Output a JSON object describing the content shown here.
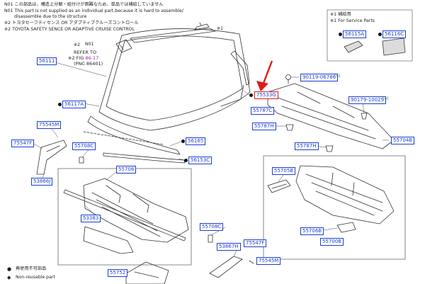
{
  "notes": {
    "n01_jp": "N01 この部品は，構造上分解・組付けが困難なため、単品では補給していません",
    "n01_en_1": "N01  This part is not supplied as an individual part,because it is hard to assemble/",
    "n01_en_2": "disassemble due to the structure",
    "n02_jp": "※2 トヨタセーフティセンス  OR  アダプティブクルーズコントロール",
    "n02_en": "※2 TOYOTA SAFETY SENCE OR ADAPTIVE CRUISE CONTROL"
  },
  "service": {
    "jp": "※1 補給用",
    "en": "※1 For Service Parts",
    "part_a": "56115A",
    "part_b": "56116C"
  },
  "markers": {
    "n01": "N01",
    "x2": "※2",
    "x1": "※1"
  },
  "reference": {
    "line1": "REFER TO",
    "fig_prefix": "FIG ",
    "fig": "86-17",
    "line3": "(PNC 86401)"
  },
  "callouts": {
    "p56111": "56111",
    "p56117A": "56117A",
    "p75545M_top": "75545M",
    "p75547F_left": "75547F",
    "p53866J": "53866J",
    "p55708C_top": "55708C",
    "p55708": "55708",
    "p53383": "53383",
    "p55752": "55752",
    "p55708C_bottom": "55708C",
    "p53867H": "53867H",
    "p75547F_bottom": "75547F",
    "p75545M_bottom": "75545M",
    "p56165": "56165",
    "p56153C": "56153C",
    "p75533G": "75533G",
    "p55787C": "55787C",
    "p55787H_left": "55787H",
    "p55787H_bottom": "55787H",
    "p90119": "90119-06786",
    "p90179": "90179-10029",
    "p55704B": "55704B",
    "p55705B": "55705B",
    "p55706B": "55706B",
    "p55700B": "55700B"
  },
  "suffix": {
    "s90119": "(4)",
    "s90179": "(4)"
  },
  "legend": {
    "item1_sym": "●",
    "item1_text": "再使用不可部品",
    "item2_sym": "◆",
    "item2_text": "Non-reusable part"
  }
}
